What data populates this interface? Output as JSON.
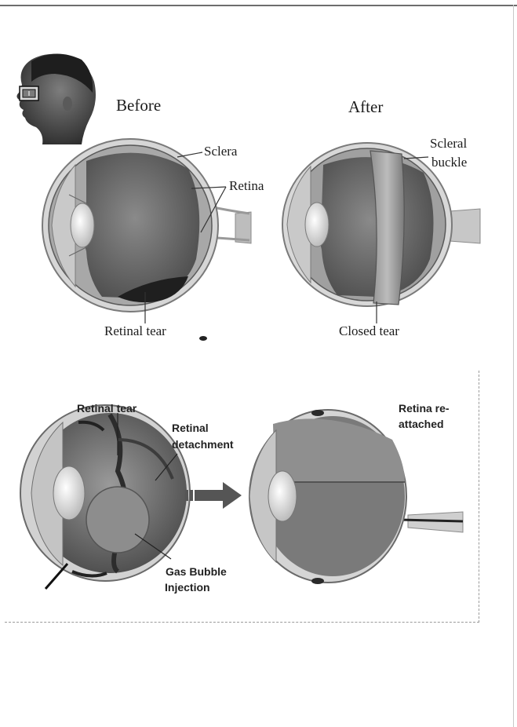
{
  "top": {
    "before_title": "Before",
    "after_title": "After",
    "labels": {
      "sclera": "Sclera",
      "retina": "Retina",
      "retinal_tear": "Retinal tear",
      "scleral_buckle_line1": "Scleral",
      "scleral_buckle_line2": "buckle",
      "closed_tear": "Closed tear"
    }
  },
  "bottom": {
    "labels": {
      "retinal_tear": "Retinal tear",
      "retinal_detachment_line1": "Retinal",
      "retinal_detachment_line2": "detachment",
      "gas_bubble_line1": "Gas Bubble",
      "gas_bubble_line2": "Injection",
      "retina_reattached_line1": "Retina re-",
      "retina_reattached_line2": "attached"
    }
  },
  "colors": {
    "eye_gray": "#6e6e6e",
    "dark_gray": "#3a3a3a",
    "light_gray": "#c8c8c8",
    "background": "#ffffff"
  }
}
